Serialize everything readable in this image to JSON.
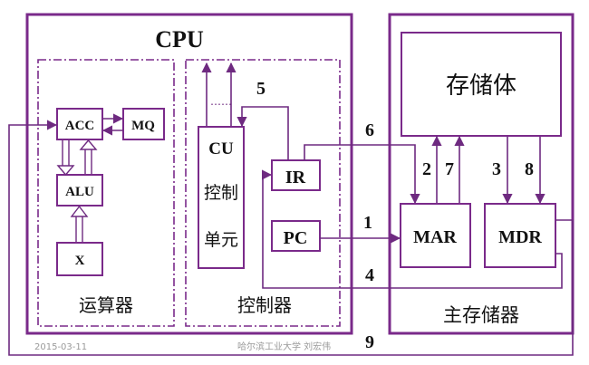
{
  "cpu": {
    "title": "CPU",
    "alu_section": {
      "label": "运算器",
      "acc": "ACC",
      "mq": "MQ",
      "alu": "ALU",
      "x": "X"
    },
    "control_section": {
      "label": "控制器",
      "cu": "CU",
      "cu_line1": "控制",
      "cu_line2": "单元",
      "ir": "IR",
      "pc": "PC"
    }
  },
  "main_memory": {
    "label": "主存储器",
    "storage": "存储体",
    "mar": "MAR",
    "mdr": "MDR"
  },
  "step_numbers": [
    "1",
    "2",
    "3",
    "4",
    "5",
    "6",
    "7",
    "8",
    "9"
  ],
  "footer": {
    "date": "2015-03-11",
    "source": "哈尔滨工业大学  刘宏伟"
  },
  "colors": {
    "frame": "#7a2a8a",
    "line": "#6e2a80",
    "text": "#111111"
  }
}
